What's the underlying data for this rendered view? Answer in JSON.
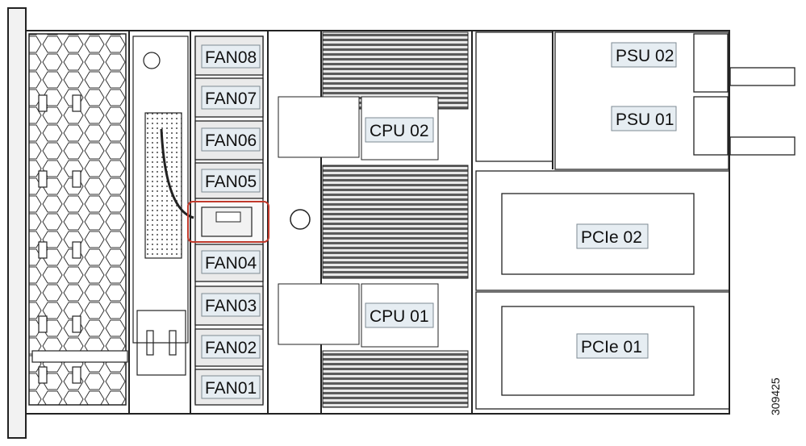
{
  "labels": {
    "fan08": "FAN08",
    "fan07": "FAN07",
    "fan06": "FAN06",
    "fan05": "FAN05",
    "fan04": "FAN04",
    "fan03": "FAN03",
    "fan02": "FAN02",
    "fan01": "FAN01",
    "cpu02": "CPU 02",
    "cpu01": "CPU 01",
    "psu02": "PSU 02",
    "psu01": "PSU 01",
    "pcie02": "PCIe 02",
    "pcie01": "PCIe 01"
  },
  "figure_id": "309425",
  "highlight_color": "#c0392b"
}
